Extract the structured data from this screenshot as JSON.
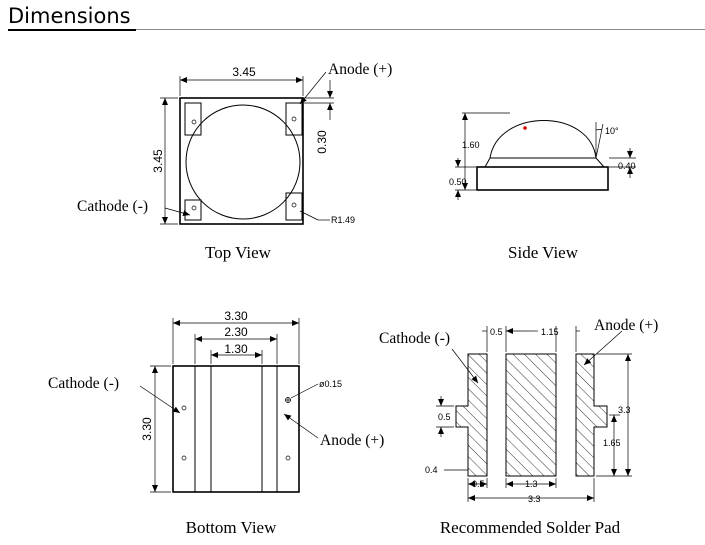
{
  "header": {
    "title": "Dimensions"
  },
  "top_view": {
    "caption": "Top View",
    "width_dim": "3.45",
    "height_dim": "3.45",
    "pad_dim": "0.30",
    "radius_dim": "R1.49",
    "anode_label": "Anode (+)",
    "cathode_label": "Cathode (-)"
  },
  "side_view": {
    "caption": "Side View",
    "height_dim": "1.60",
    "base_dim": "0.50",
    "pad_dim": "0.40",
    "angle_dim": "10°"
  },
  "bottom_view": {
    "caption": "Bottom View",
    "outer_dim": "3.30",
    "inner_dim": "2.30",
    "center_dim": "1.30",
    "height_dim": "3.30",
    "hole_dim": "ø0.15",
    "anode_label": "Anode (+)",
    "cathode_label": "Cathode (-)"
  },
  "solder_pad": {
    "caption": "Recommended Solder Pad",
    "cathode_label": "Cathode (-)",
    "anode_label": "Anode (+)",
    "top_left_dim": "0.5",
    "top_right_dim": "1.15",
    "left_tab_dim": "0.5",
    "left_bottom_dim": "0.4",
    "right_total_dim": "3.3",
    "right_half_dim": "1.65",
    "bottom_left_dim": "0.5",
    "bottom_mid_dim": "1.3",
    "bottom_total_dim": "3.3"
  }
}
